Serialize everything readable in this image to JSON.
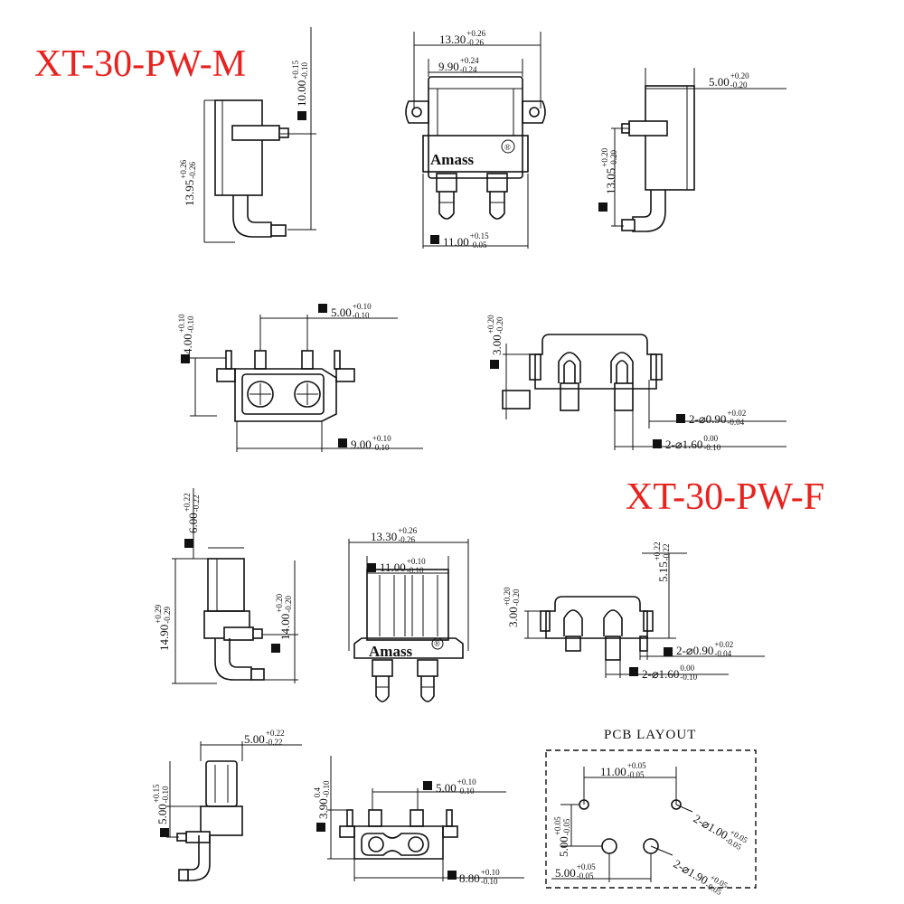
{
  "titles": {
    "male": "XT-30-PW-M",
    "female": "XT-30-PW-F"
  },
  "brand": {
    "logo": "Amass",
    "reg_mark": "®"
  },
  "pcb_layout": {
    "label": "PCB LAYOUT"
  },
  "dimensions": {
    "m_side_h10": {
      "main": "10.00",
      "upper": "+0.15",
      "lower": "-0.10"
    },
    "m_side_h1395": {
      "main": "13.95",
      "upper": "+0.26",
      "lower": "-0.26"
    },
    "m_front_w1330": {
      "main": "13.30",
      "upper": "+0.26",
      "lower": "-0.26"
    },
    "m_front_w990": {
      "main": "9.90",
      "upper": "+0.24",
      "lower": "-0.24"
    },
    "m_front_w1100": {
      "main": "11.00",
      "upper": "+0.15",
      "lower": "-0.05"
    },
    "m_rside_w500": {
      "main": "5.00",
      "upper": "+0.20",
      "lower": "-0.20"
    },
    "m_rside_h1305": {
      "main": "13.05",
      "upper": "+0.20",
      "lower": "-0.20"
    },
    "m_bot_h400": {
      "main": "4.00",
      "upper": "+0.10",
      "lower": "-0.10"
    },
    "m_bot_w500": {
      "main": "5.00",
      "upper": "+0.10",
      "lower": "-0.10"
    },
    "m_bot_w900": {
      "main": "9.00",
      "upper": "+0.10",
      "lower": "-0.10"
    },
    "m_back_h300": {
      "main": "3.00",
      "upper": "+0.20",
      "lower": "-0.20"
    },
    "m_back_d090": {
      "main": "2-⌀0.90",
      "upper": "+0.02",
      "lower": "-0.04"
    },
    "m_back_d160": {
      "main": "2-⌀1.60",
      "upper": "0.00",
      "lower": "-0.10"
    },
    "f_side_h600": {
      "main": "6.00",
      "upper": "+0.22",
      "lower": "-0.22"
    },
    "f_side_h1490": {
      "main": "14.90",
      "upper": "+0.29",
      "lower": "-0.29"
    },
    "f_side_h1400": {
      "main": "14.00",
      "upper": "+0.20",
      "lower": "-0.20"
    },
    "f_front_w1330": {
      "main": "13.30",
      "upper": "+0.26",
      "lower": "-0.26"
    },
    "f_front_w1100": {
      "main": "11.00",
      "upper": "+0.10",
      "lower": "-0.10"
    },
    "f_back_h300": {
      "main": "3.00",
      "upper": "+0.20",
      "lower": "-0.20"
    },
    "f_back_h515": {
      "main": "5.15",
      "upper": "+0.22",
      "lower": "-0.22"
    },
    "f_back_d090": {
      "main": "2-⌀0.90",
      "upper": "+0.02",
      "lower": "-0.04"
    },
    "f_back_d160": {
      "main": "2-⌀1.60",
      "upper": "0.00",
      "lower": "-0.10"
    },
    "f_top_w500": {
      "main": "5.00",
      "upper": "+0.22",
      "lower": "-0.22"
    },
    "f_top_h500": {
      "main": "5.00",
      "upper": "+0.15",
      "lower": "-0.10"
    },
    "f_bot_h390": {
      "main": "3.90",
      "upper": "0.4",
      "lower": "-0.10"
    },
    "f_bot_w500": {
      "main": "5.00",
      "upper": "+0.10",
      "lower": "-0.10"
    },
    "f_bot_w880": {
      "main": "8.80",
      "upper": "+0.10",
      "lower": "-0.10"
    },
    "pcb_w1100": {
      "main": "11.00",
      "upper": "+0.05",
      "lower": "-0.05"
    },
    "pcb_d100": {
      "main": "2-⌀1.00",
      "upper": "+0.05",
      "lower": "-0.05"
    },
    "pcb_h500": {
      "main": "5.00",
      "upper": "+0.05",
      "lower": "-0.05"
    },
    "pcb_d190": {
      "main": "2-⌀1.90",
      "upper": "+0.05",
      "lower": "-0.05"
    },
    "pcb_w500": {
      "main": "5.00",
      "upper": "+0.05",
      "lower": "-0.05"
    }
  }
}
